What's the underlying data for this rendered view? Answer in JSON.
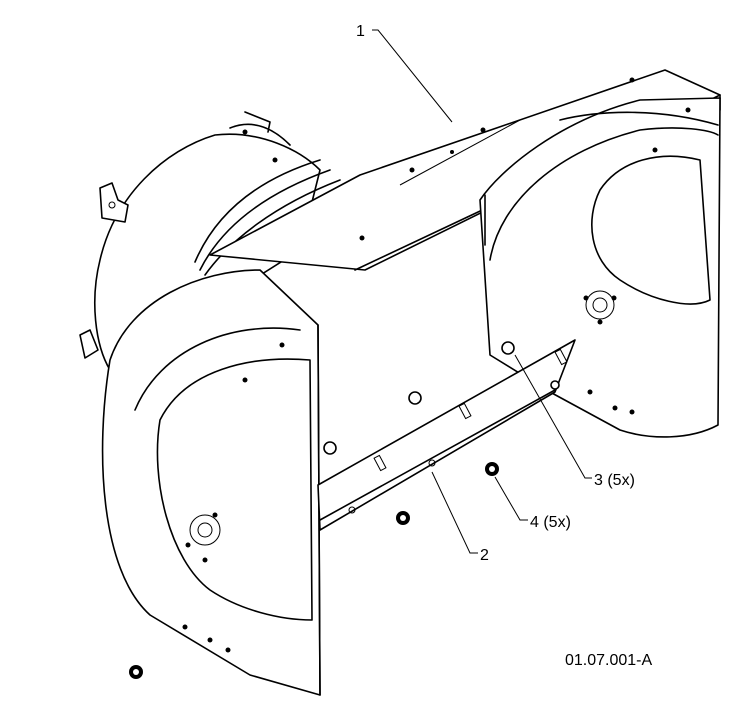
{
  "callouts": {
    "c1": "1",
    "c2": "2",
    "c3": "3 (5x)",
    "c4": "4 (5x)"
  },
  "figure_code": "01.07.001-A"
}
